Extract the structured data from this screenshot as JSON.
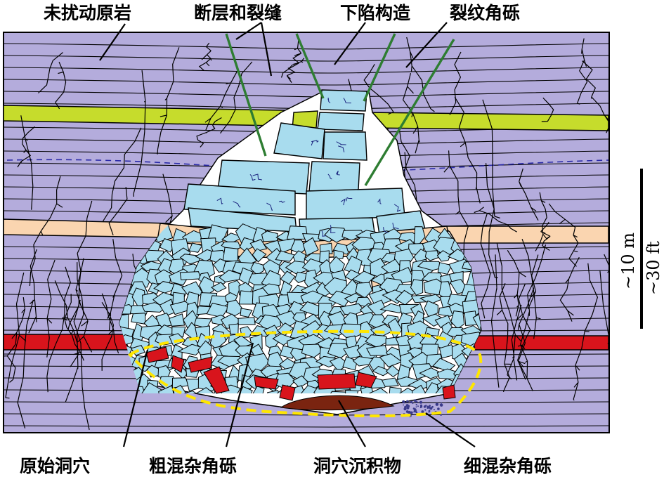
{
  "labels": {
    "top": [
      "未扰动原岩",
      "断层和裂缝",
      "下陷构造",
      "裂纹角砾"
    ],
    "bottom": [
      "原始洞穴",
      "粗混杂角砾",
      "洞穴沉积物",
      "细混杂角砾"
    ]
  },
  "scale": {
    "metric": "~10 m",
    "imperial": "~30 ft"
  },
  "colors": {
    "host_rock": "#b4acdc",
    "clast": "#a8dcee",
    "yellow_bed": "#c6dc2c",
    "tan_bed": "#fad5b0",
    "red_bed": "#d8141c",
    "sediment": "#7a2410",
    "fault": "#2e7d32",
    "cave_outline": "#ffe600",
    "dashed_line": "#2a2aa8"
  }
}
